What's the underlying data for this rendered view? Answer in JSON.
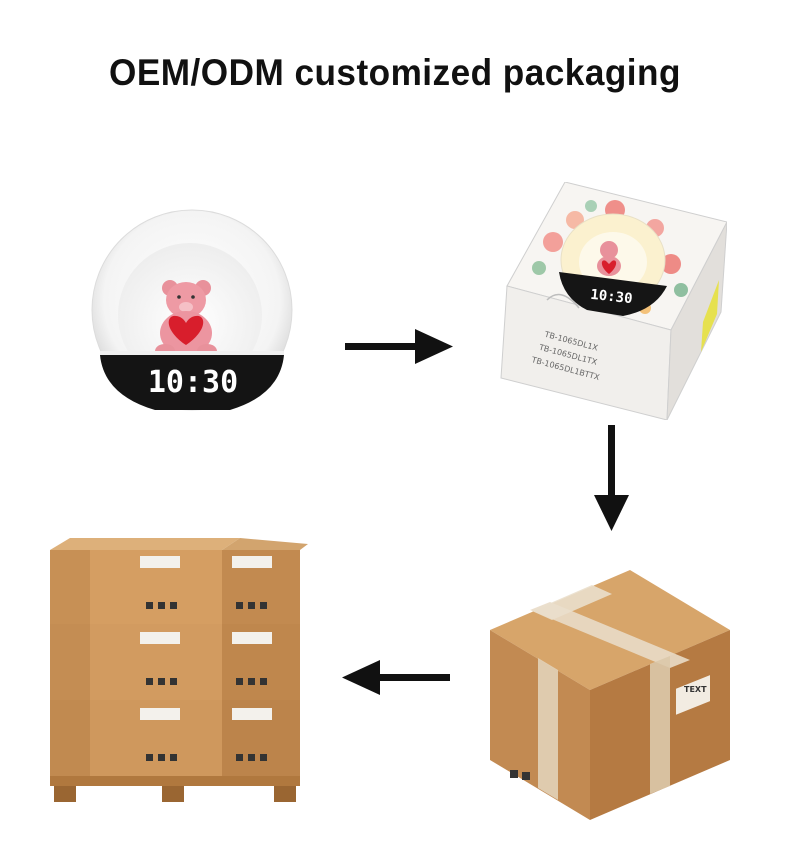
{
  "header": {
    "title": "OEM/ODM customized packaging"
  },
  "product": {
    "clock_time": "10:30"
  },
  "gift_box": {
    "clock_time": "10:30",
    "model_lines": [
      "TB-1065DL1X",
      "TB-1065DL1TX",
      "TB-1065DL1BTTX"
    ]
  },
  "carton": {
    "label_text": "TEXT"
  },
  "colors": {
    "carton": "#c9935a",
    "carton_dark": "#a8743e",
    "tape": "#e9dcc8",
    "arrow": "#111111",
    "bear": "#e8919b",
    "heart": "#d81e2c"
  }
}
